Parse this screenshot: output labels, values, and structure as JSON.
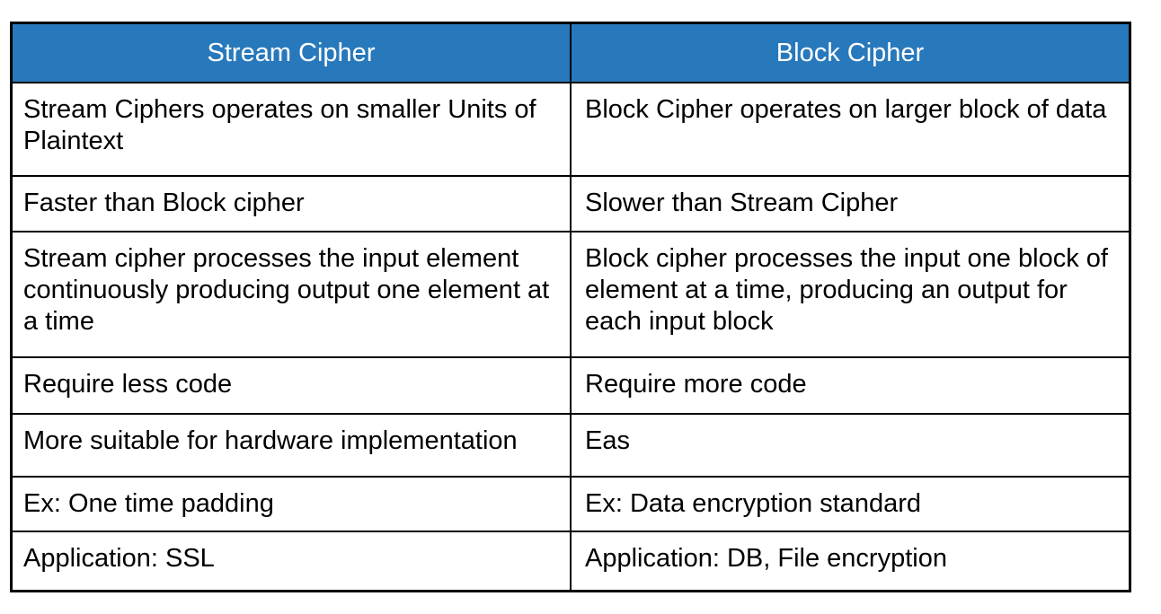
{
  "table": {
    "title": "Stream Cipher vs Block Cipher comparison table",
    "header_bg_color": "#2879bc",
    "header_text_color": "#ffffff",
    "border_color": "#000000",
    "headers": {
      "left": "Stream Cipher",
      "right": "Block Cipher"
    },
    "rows": [
      {
        "left": "Stream Ciphers operates on smaller Units of Plaintext",
        "right": "Block Cipher operates on larger block of data"
      },
      {
        "left": "Faster than Block cipher",
        "right": "Slower than Stream Cipher"
      },
      {
        "left": "Stream cipher processes the input element continuously producing output one element at a time",
        "right": "Block cipher processes the input one block of element at a time, producing an output for each input block"
      },
      {
        "left": "Require less code",
        "right": "Require more code"
      },
      {
        "left": "More suitable for hardware implementation",
        "right": "Eas"
      },
      {
        "left": "Ex: One time padding",
        "right": "Ex: Data encryption standard"
      },
      {
        "left": "Application: SSL",
        "right": "Application: DB, File encryption"
      }
    ]
  }
}
